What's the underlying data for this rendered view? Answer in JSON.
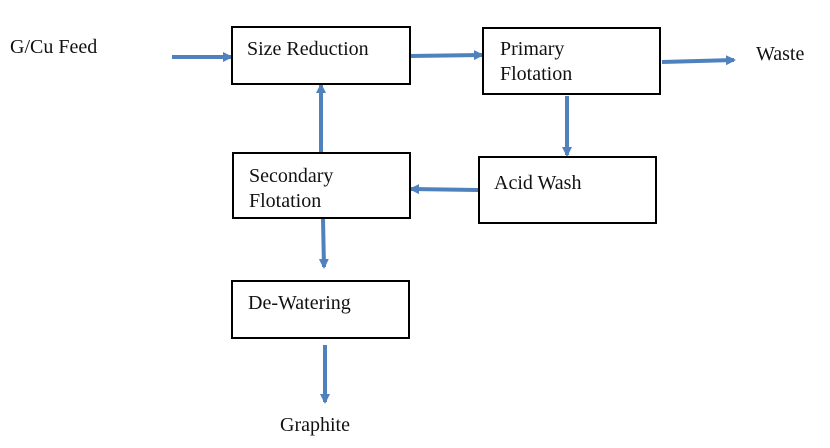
{
  "diagram": {
    "title": "Graphite/Copper processing flowsheet",
    "colors": {
      "arrow": "#4f81bd",
      "box_border": "#000000",
      "text": "#111111"
    },
    "inputs": [
      {
        "id": "feed",
        "label": "G/Cu Feed"
      }
    ],
    "outputs": [
      {
        "id": "waste",
        "label": "Waste"
      },
      {
        "id": "graphite",
        "label": "Graphite"
      }
    ],
    "nodes": [
      {
        "id": "size_reduction",
        "label": "Size Reduction"
      },
      {
        "id": "primary_flotation",
        "label": "Primary\nFlotation"
      },
      {
        "id": "acid_wash",
        "label": "Acid Wash"
      },
      {
        "id": "secondary_flotation",
        "label": "Secondary\nFlotation"
      },
      {
        "id": "de_watering",
        "label": "De-Watering"
      }
    ],
    "edges": [
      {
        "from": "feed",
        "to": "size_reduction"
      },
      {
        "from": "size_reduction",
        "to": "primary_flotation"
      },
      {
        "from": "primary_flotation",
        "to": "waste"
      },
      {
        "from": "primary_flotation",
        "to": "acid_wash"
      },
      {
        "from": "acid_wash",
        "to": "secondary_flotation"
      },
      {
        "from": "secondary_flotation",
        "to": "size_reduction"
      },
      {
        "from": "secondary_flotation",
        "to": "de_watering"
      },
      {
        "from": "de_watering",
        "to": "graphite"
      }
    ]
  }
}
